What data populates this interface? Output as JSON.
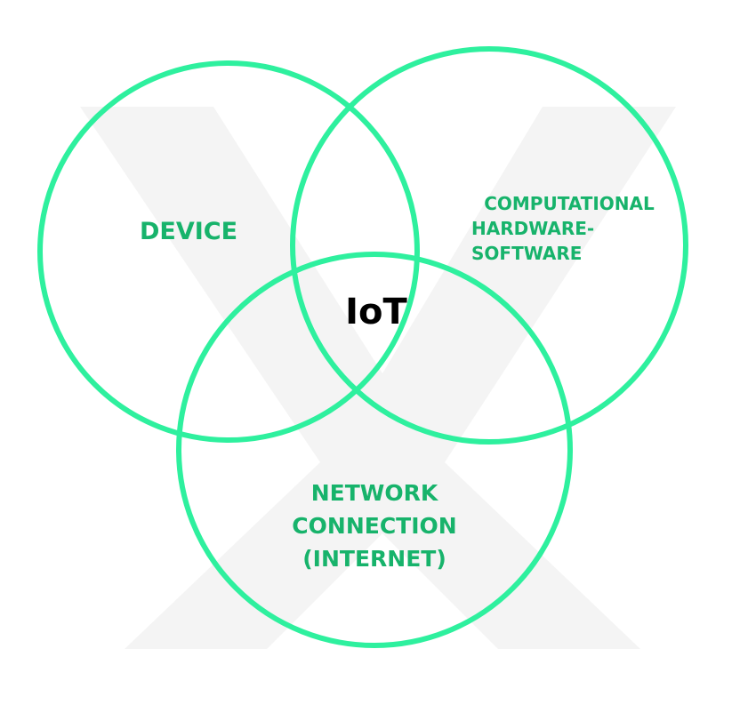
{
  "diagram": {
    "type": "venn",
    "center_label": "IoT",
    "sets": [
      {
        "label_lines": [
          "DEVICE"
        ]
      },
      {
        "label_lines": [
          "COMPUTATIONAL",
          "HARDWARE-",
          "SOFTWARE"
        ]
      },
      {
        "label_lines": [
          "NETWORK",
          "CONNECTION",
          "(INTERNET)"
        ]
      }
    ],
    "colors": {
      "circle": "#2ef09e",
      "label": "#17b36b",
      "center": "#000000",
      "watermark": "#f3f3f3"
    }
  }
}
